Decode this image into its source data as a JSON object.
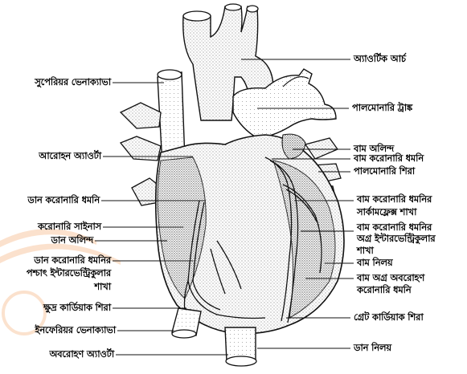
{
  "diagram": {
    "left_labels": [
      "সুপেরিয়র ভেনাক্যাভা",
      "আরোহন অ্যাওর্টা",
      "ডান করোনারি ধমনি",
      "করোনারি সাইনাস",
      "ডান অলিন্দ",
      "ডান করোনারি ধমনির",
      "পশ্চাৎ ইন্টারভেন্ট্রিকুলার",
      "শাখা",
      "ক্ষুদ্র কার্ডিয়াক শিরা",
      "ইনফেরিয়র ভেনাক্যাভা",
      "অবরোহণ অ্যাওর্টা"
    ],
    "right_labels": [
      "অ্যাওর্টিক আর্চ",
      "পালমোনারি ট্রাঙ্ক",
      "বাম অলিন্দ",
      "বাম করোনারি ধমনি",
      "পালমোনারি শিরা",
      "বাম করোনারি ধমনির",
      "সার্কামফ্লেক্স শাখা",
      "বাম করোনারি ধমনির",
      "অগ্র ইন্টারভেন্ট্রিকুলার",
      "শাখা",
      "বাম নিলয়",
      "বাম অগ্র অবরোহণ",
      "করোনারি ধমনি",
      "গ্রেট কার্ডিয়াক শিরা",
      "ডান নিলয়"
    ]
  }
}
